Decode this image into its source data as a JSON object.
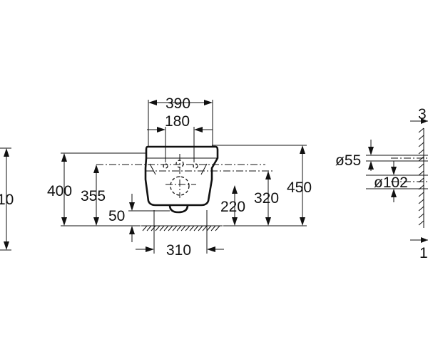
{
  "dimensions": {
    "overall_width": "390",
    "inlet_spacing": "180",
    "base_width": "310",
    "total_height": "400",
    "inlet_height": "355",
    "outlet_offset": "50",
    "outlet_height": "220",
    "fixing_height": "320",
    "rim_height": "450",
    "left_partial": "10",
    "inlet_diameter": "ø55",
    "outlet_diameter": "ø102",
    "right_top_partial": "3",
    "right_bottom_partial": "1"
  }
}
